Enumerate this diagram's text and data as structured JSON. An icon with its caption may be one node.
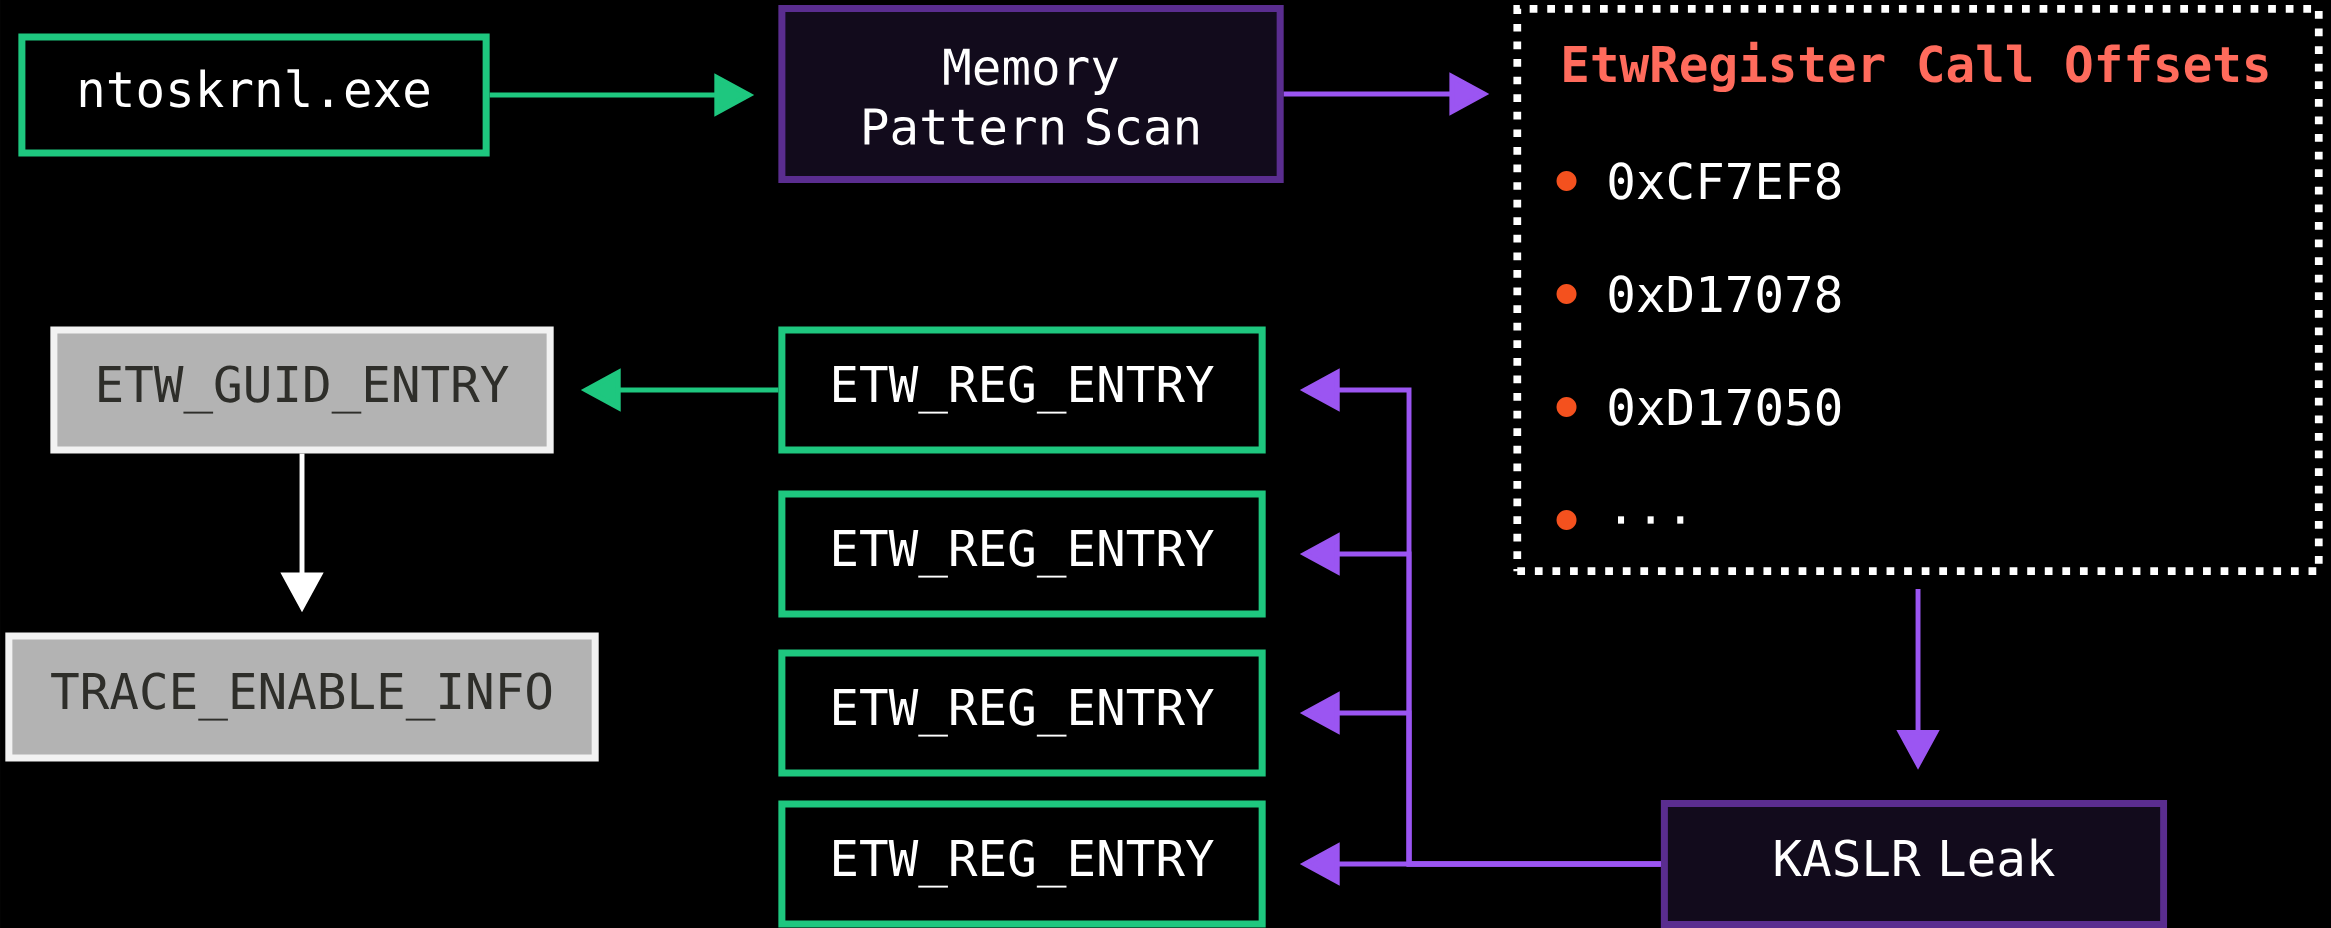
{
  "diagram": {
    "nodes": [
      {
        "text": [
          "ntoskrnl.exe"
        ]
      },
      {
        "text": [
          "Memory Pattern Scan"
        ]
      },
      {
        "text": [
          "EtwRegister Call Offsets",
          "0xCF7EF8",
          "0xD17078",
          "0xD17050",
          "..."
        ]
      },
      {
        "text": [
          "ETW_GUID_ENTRY"
        ]
      },
      {
        "text": [
          "ETW_REG_ENTRY"
        ]
      },
      {
        "text": [
          "ETW_REG_ENTRY"
        ]
      },
      {
        "text": [
          "TRACE_ENABLE_INFO"
        ]
      },
      {
        "text": [
          "ETW_REG_ENTRY"
        ]
      },
      {
        "text": [
          "ETW_REG_ENTRY"
        ]
      },
      {
        "text": [
          "KASLR Leak"
        ]
      }
    ],
    "edges": [
      {
        "from": 0,
        "to": 1,
        "arrow": "to",
        "color": "#1ec77f"
      },
      {
        "from": 1,
        "to": 2,
        "arrow": "to"
      },
      {
        "from": 4,
        "to": 3,
        "arrow": "to",
        "color": "#1ec77f"
      },
      {
        "from": 3,
        "to": 6,
        "arrow": "to",
        "color": "#ffffff"
      },
      {
        "from": 2,
        "to": 9,
        "arrow": "to"
      },
      {
        "from": 9,
        "to": 4,
        "arrow": "to"
      },
      {
        "from": 9,
        "to": 5,
        "arrow": "to"
      },
      {
        "from": 9,
        "to": 7,
        "arrow": "to"
      },
      {
        "from": 9,
        "to": 8,
        "arrow": "to"
      }
    ]
  }
}
